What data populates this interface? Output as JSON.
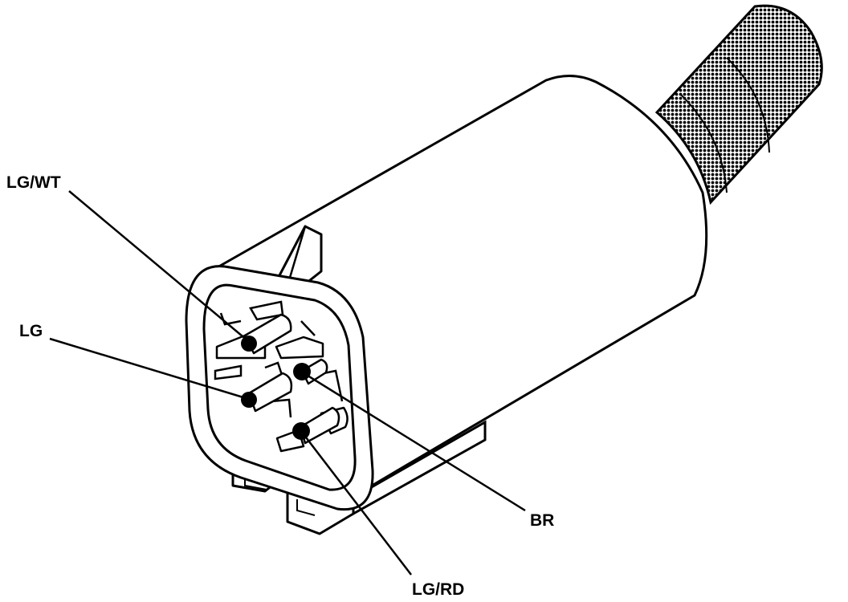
{
  "diagram": {
    "subject": "connector",
    "colors": {
      "ink": "#000000",
      "paper": "#ffffff",
      "braid": "#1a1a1a"
    },
    "pins": [
      {
        "id": "pin-lg-wt",
        "label": "LG/WT"
      },
      {
        "id": "pin-lg",
        "label": "LG"
      },
      {
        "id": "pin-br",
        "label": "BR"
      },
      {
        "id": "pin-lg-rd",
        "label": "LG/RD"
      }
    ]
  }
}
